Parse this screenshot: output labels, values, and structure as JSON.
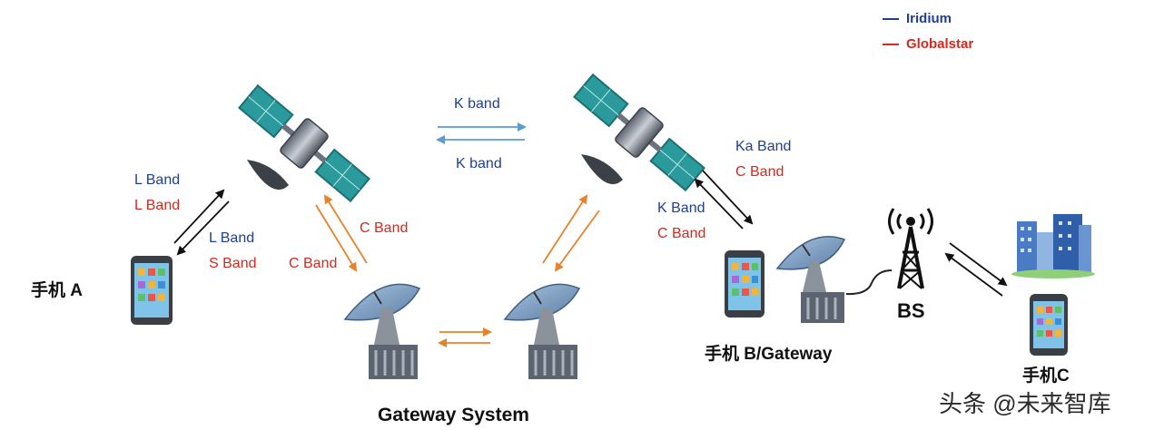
{
  "legend": {
    "iridium": {
      "label": "Iridium",
      "color": "#1f3f8f"
    },
    "globalstar": {
      "label": "Globalstar",
      "color": "#d12a1f"
    }
  },
  "links": {
    "phone_a_iridium": "L Band",
    "phone_a_globalstar": "L Band",
    "downlink_iridium": "L Band",
    "downlink_globalstar": "S Band",
    "feeder_up": "C Band",
    "feeder_down": "C Band",
    "isl_top": "K band",
    "isl_bottom": "K band",
    "gw_iridium": "Ka Band",
    "gw_globalstar": "C Band",
    "gw2_iridium": "K Band",
    "gw2_globalstar": "C Band"
  },
  "nodes": {
    "phone_a": "手机 A",
    "gateway_system": "Gateway System",
    "phone_b": "手机 B/Gateway",
    "bs": "BS",
    "phone_c": "手机C"
  },
  "watermark": "头条 @未来智库",
  "colors": {
    "arrow_black": "#111111",
    "arrow_orange": "#e8822a",
    "arrow_blue": "#5b9bd5"
  }
}
